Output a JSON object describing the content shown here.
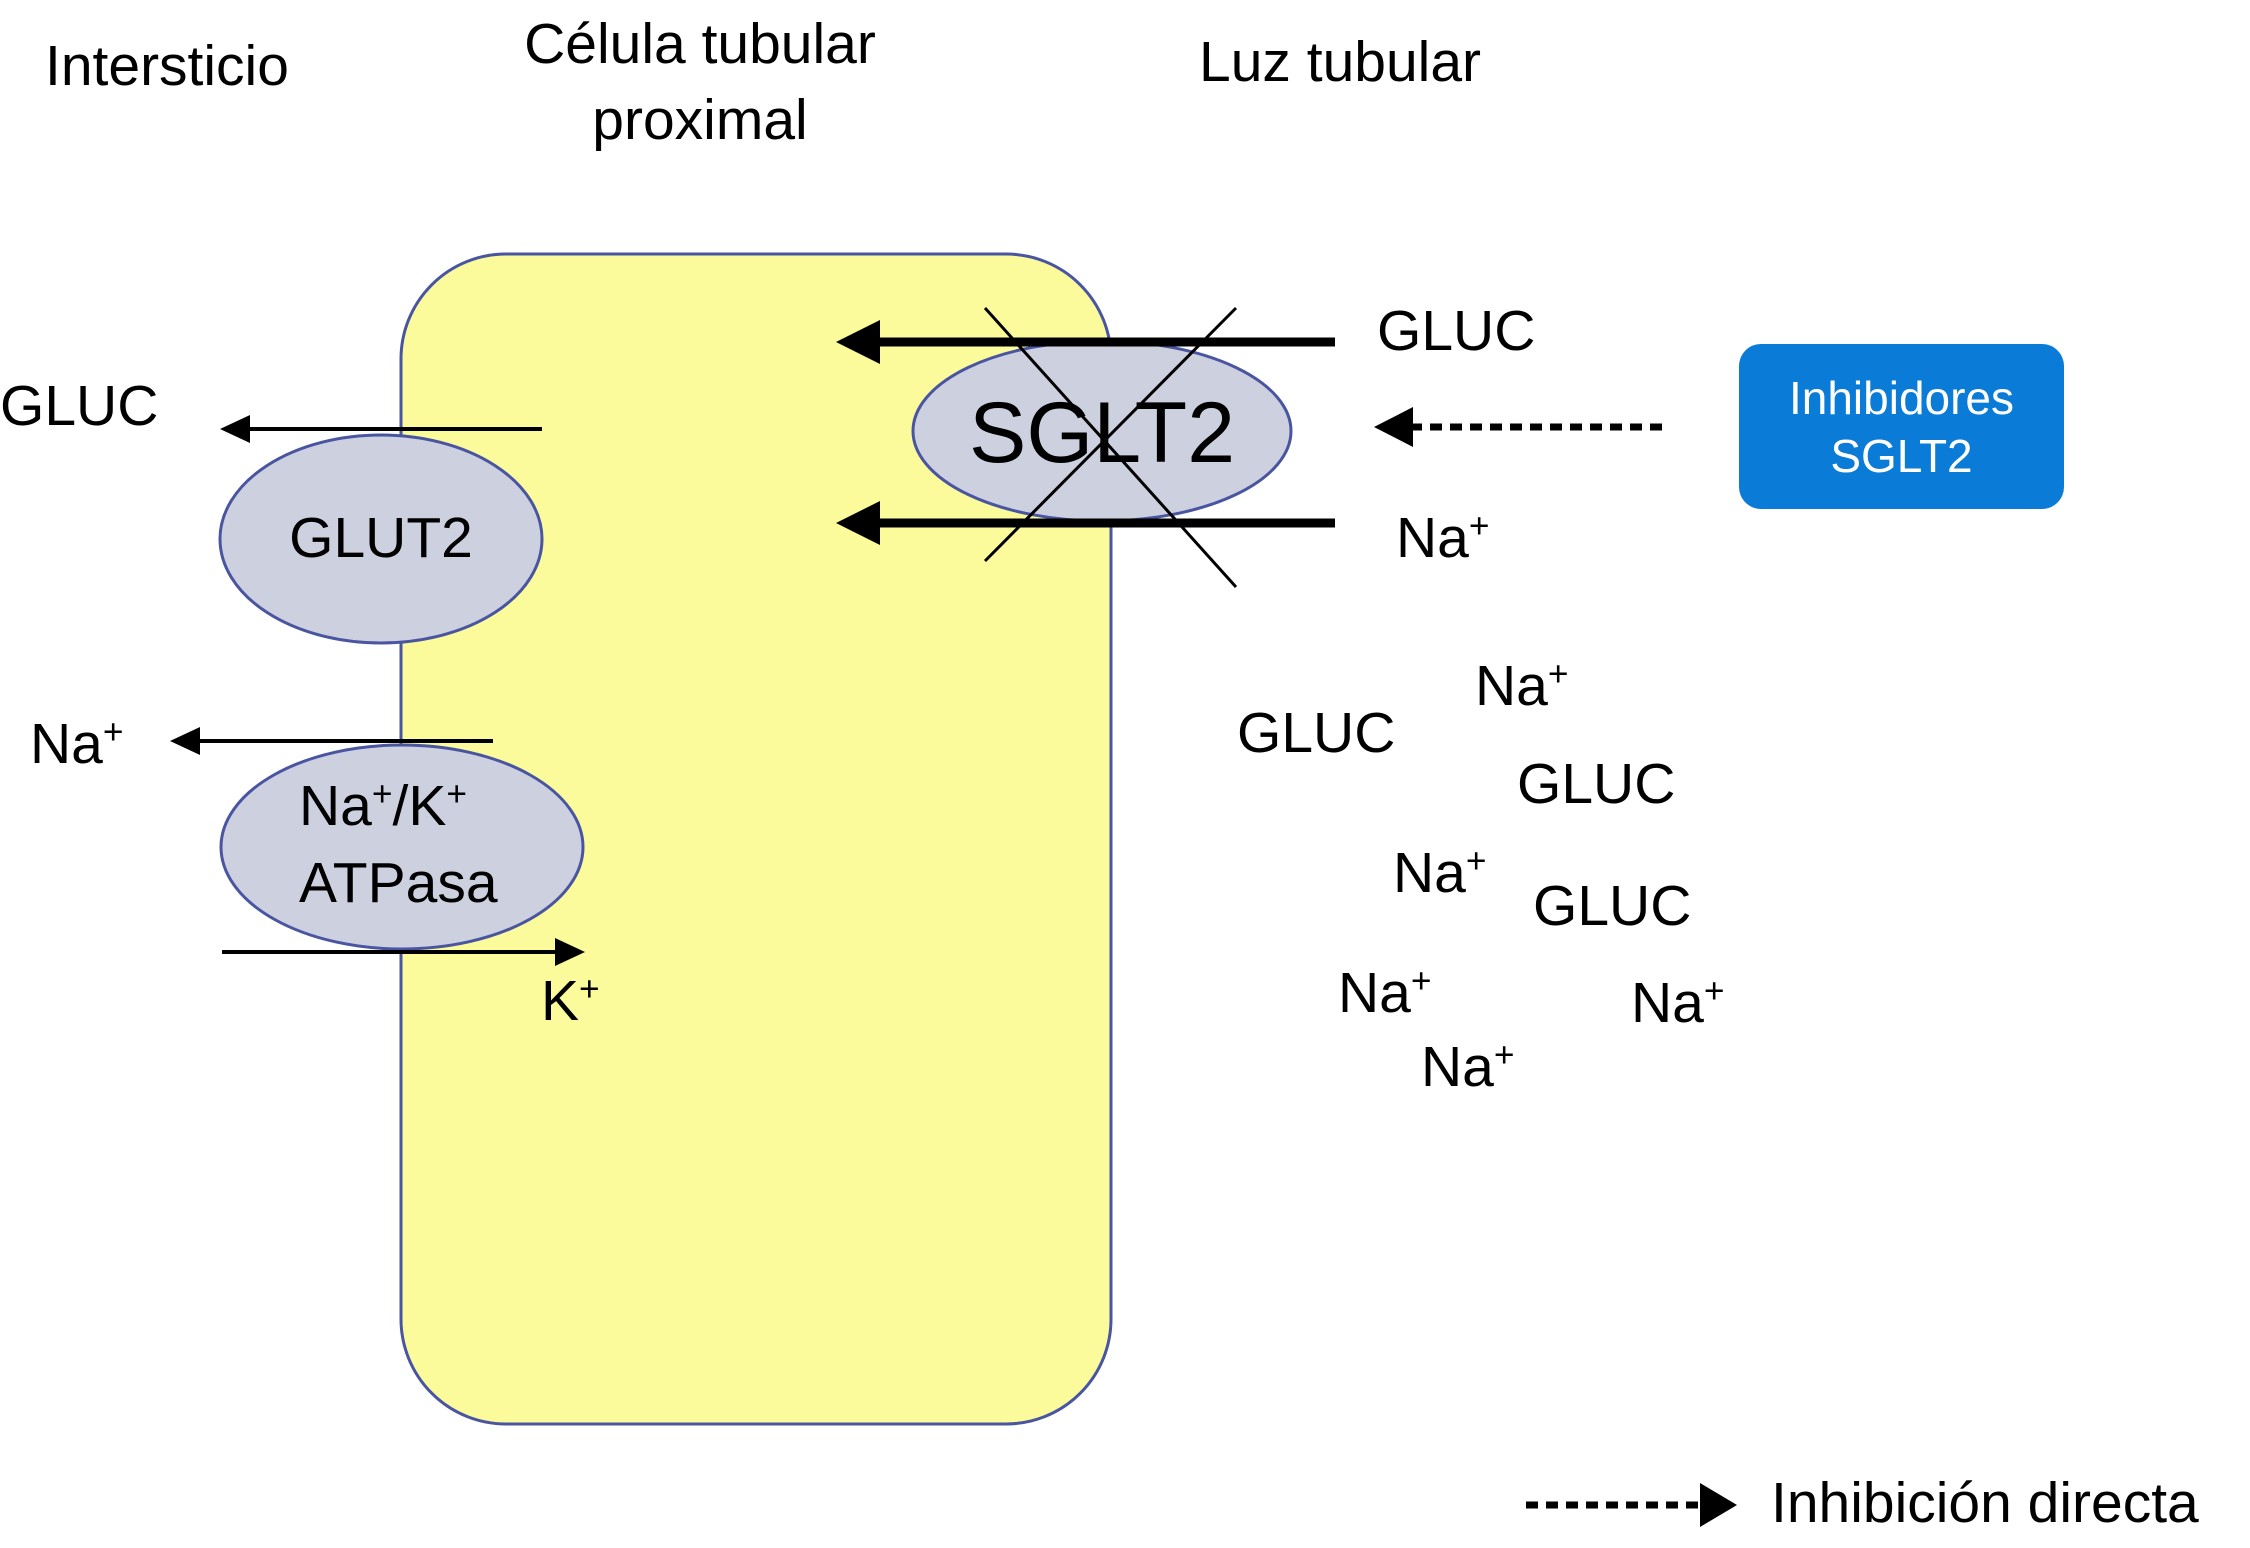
{
  "headers": {
    "interstitium": "Intersticio",
    "cell": "Célula tubular\nproximal",
    "lumen": "Luz tubular"
  },
  "transporters": {
    "glut2": "GLUT2",
    "sglt2": "SGLT2",
    "pump_line1": "Na",
    "pump_line1_sup1": "+",
    "pump_line1_mid": "/K",
    "pump_line1_sup2": "+",
    "pump_line2": "ATPasa"
  },
  "left_labels": {
    "gluc": "GLUC",
    "na": "Na",
    "na_sup": "+",
    "k": "K",
    "k_sup": "+"
  },
  "right_labels": {
    "gluc_top": "GLUC",
    "na_top": "Na",
    "na_top_sup": "+"
  },
  "lumen_molecules": [
    {
      "text": "Na",
      "sup": "+"
    },
    {
      "text": "GLUC",
      "sup": ""
    },
    {
      "text": "GLUC",
      "sup": ""
    },
    {
      "text": "Na",
      "sup": "+"
    },
    {
      "text": "GLUC",
      "sup": ""
    },
    {
      "text": "Na",
      "sup": "+"
    },
    {
      "text": "Na",
      "sup": "+"
    },
    {
      "text": "Na",
      "sup": "+"
    }
  ],
  "inhibitor_box": {
    "label": "Inhibidores\nSGLT2"
  },
  "legend": {
    "label": "Inhibición directa"
  },
  "colors": {
    "cell_fill": "#fbfb9c",
    "cell_stroke": "#4a55a2",
    "transporter_fill": "#cdd0df",
    "transporter_stroke": "#4a55a2",
    "inhibitor_box_fill": "#0a7bd6"
  }
}
